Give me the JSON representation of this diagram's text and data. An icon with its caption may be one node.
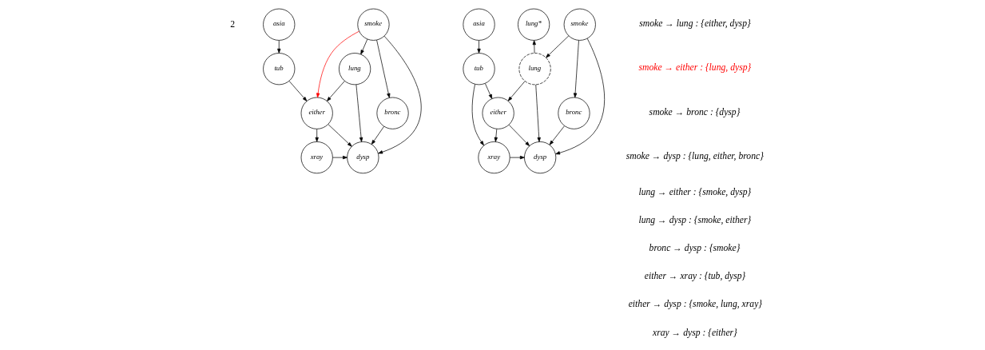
{
  "diagram": {
    "nodes": [
      {
        "text": [
          "asia"
        ]
      },
      {
        "text": [
          "smoke"
        ]
      },
      {
        "text": [
          "tub"
        ]
      },
      {
        "text": [
          "lung"
        ]
      },
      {
        "text": [
          "bronc"
        ]
      },
      {
        "text": [
          "either"
        ]
      },
      {
        "text": [
          "xray"
        ]
      },
      {
        "text": [
          "dysp"
        ]
      },
      {
        "text": [
          "asia"
        ]
      },
      {
        "text": [
          "lung*"
        ]
      },
      {
        "text": [
          "smoke"
        ]
      },
      {
        "text": [
          "tub"
        ]
      },
      {
        "text": [
          "lung"
        ]
      },
      {
        "text": [
          "bronc"
        ]
      },
      {
        "text": [
          "either"
        ]
      },
      {
        "text": [
          "xray"
        ]
      },
      {
        "text": [
          "dysp"
        ]
      }
    ],
    "edges": [
      {
        "from": 0,
        "to": 2,
        "arrow": "to"
      },
      {
        "from": 1,
        "to": 5,
        "arrow": "to",
        "color": "#ff0000"
      },
      {
        "from": 1,
        "to": 3,
        "arrow": "to"
      },
      {
        "from": 1,
        "to": 4,
        "arrow": "to"
      },
      {
        "from": 1,
        "to": 7,
        "arrow": "to"
      },
      {
        "from": 2,
        "to": 5,
        "arrow": "to"
      },
      {
        "from": 3,
        "to": 5,
        "arrow": "to"
      },
      {
        "from": 3,
        "to": 7,
        "arrow": "to"
      },
      {
        "from": 4,
        "to": 7,
        "arrow": "to"
      },
      {
        "from": 5,
        "to": 6,
        "arrow": "to"
      },
      {
        "from": 5,
        "to": 7,
        "arrow": "to"
      },
      {
        "from": 6,
        "to": 7,
        "arrow": "to"
      },
      {
        "from": 8,
        "to": 11,
        "arrow": "to"
      },
      {
        "from": 12,
        "to": 9,
        "arrow": "to"
      },
      {
        "from": 10,
        "to": 12,
        "arrow": "to"
      },
      {
        "from": 10,
        "to": 13,
        "arrow": "to"
      },
      {
        "from": 10,
        "to": 16,
        "arrow": "to"
      },
      {
        "from": 11,
        "to": 14,
        "arrow": "to"
      },
      {
        "from": 11,
        "to": 15,
        "arrow": "to"
      },
      {
        "from": 12,
        "to": 14,
        "arrow": "to"
      },
      {
        "from": 12,
        "to": 16,
        "arrow": "to"
      },
      {
        "from": 13,
        "to": 16,
        "arrow": "to"
      },
      {
        "from": 14,
        "to": 15,
        "arrow": "to"
      },
      {
        "from": 14,
        "to": 16,
        "arrow": "to"
      },
      {
        "from": 15,
        "to": 16,
        "arrow": "to"
      }
    ],
    "labels": [
      "2",
      "smoke → lung : {either, dysp}",
      "smoke → either : {lung, dysp}",
      "smoke → bronc : {dysp}",
      "smoke → dysp : {lung, either, bronc}",
      "lung → either : {smoke, dysp}",
      "lung → dysp : {smoke, either}",
      "bronc → dysp : {smoke}",
      "either → xray : {tub, dysp}",
      "either → dysp : {smoke, lung, xray}",
      "xray → dysp : {either}"
    ]
  }
}
